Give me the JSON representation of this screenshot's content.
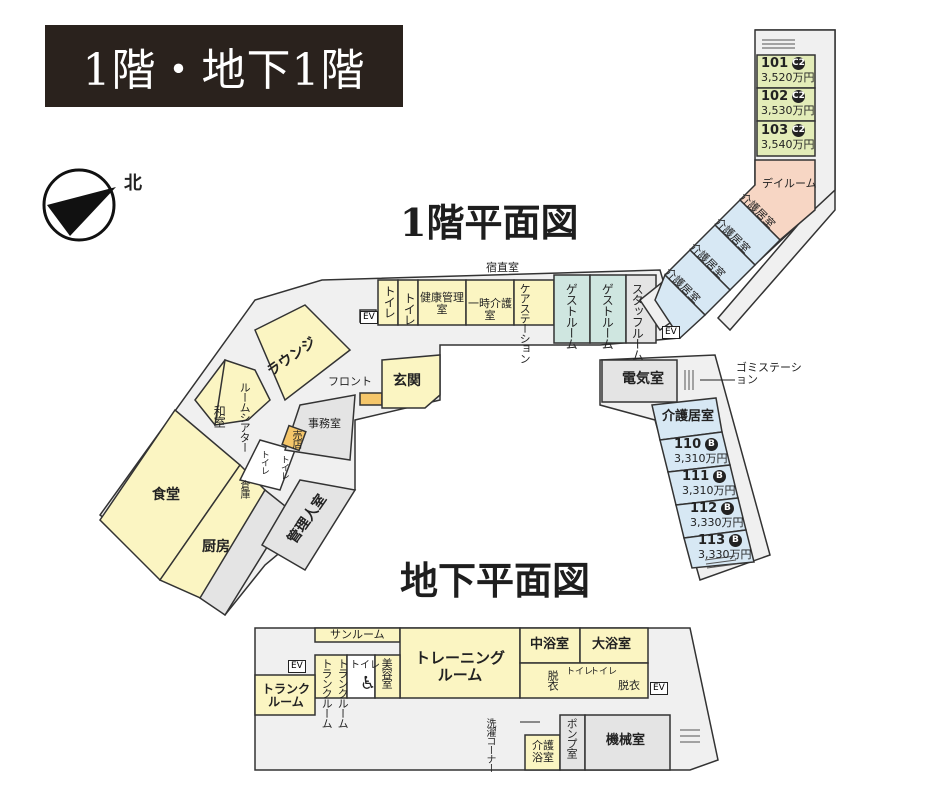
{
  "title": "1階・地下1階",
  "north": "北",
  "heading_1f": "1階平面図",
  "heading_b1": "地下平面図",
  "ev": "EV",
  "unit": "万円",
  "floor1": {
    "toilet1": "トイレ",
    "toilet2": "トイレ",
    "health": "健康管理室",
    "shukuchoku": "宿直室",
    "ichiji": "一時介護室",
    "care_station": "ケアステーション",
    "guest1": "ゲストルーム",
    "guest2": "ゲストルーム",
    "staff": "スタッフルーム",
    "lounge": "ラウンジ",
    "front": "フロント",
    "genkan": "玄関",
    "washitsu": "和室",
    "roomroom": "ルームシアター",
    "jimushitsu": "事務室",
    "baiten": "売店",
    "shokudo": "食堂",
    "soko": "倉庫",
    "toilet3": "トイレ",
    "toilet4": "トイレ",
    "kanrinin": "管理人室",
    "chubo": "厨房",
    "denki": "電気室",
    "gomi": "ゴミステーション",
    "dayroom": "デイルーム",
    "kaigo_rooms": [
      "介護居室",
      "介護居室",
      "介護居室",
      "介護居室"
    ],
    "kaigo_kyoshitsu": "介護居室",
    "units_top": [
      {
        "num": "101",
        "type": "C2",
        "price": "3,520"
      },
      {
        "num": "102",
        "type": "C2",
        "price": "3,530"
      },
      {
        "num": "103",
        "type": "C2",
        "price": "3,540"
      }
    ],
    "units_bottom": [
      {
        "num": "110",
        "type": "B",
        "price": "3,310"
      },
      {
        "num": "111",
        "type": "B",
        "price": "3,310"
      },
      {
        "num": "112",
        "type": "B",
        "price": "3,330"
      },
      {
        "num": "113",
        "type": "B",
        "price": "3,330"
      }
    ]
  },
  "basement": {
    "sunroom": "サンルーム",
    "training": "トレーニングルーム",
    "chuyoku": "中浴室",
    "daiyoku": "大浴室",
    "trunk1": "トランクルーム",
    "trunk2": "トランクルーム",
    "toilet": "トイレ",
    "biyo": "美容室",
    "datsui1": "脱衣",
    "datsui2": "脱衣",
    "toilet_b1": "トイレ",
    "toilet_b2": "トイレ",
    "sentaku": "洗濯コーナー",
    "kaigo_yoku": "介護浴室",
    "pump": "ポンプ室",
    "kikai": "機械室"
  },
  "colors": {
    "title_bg": "#2a221d",
    "yellow": "#fbf5c2",
    "green": "#e3ecb8",
    "teal": "#cfe6e0",
    "blue": "#d7e8f4",
    "peach": "#f7d6c4",
    "gray": "#e4e4e4",
    "orange": "#f5c66a"
  }
}
